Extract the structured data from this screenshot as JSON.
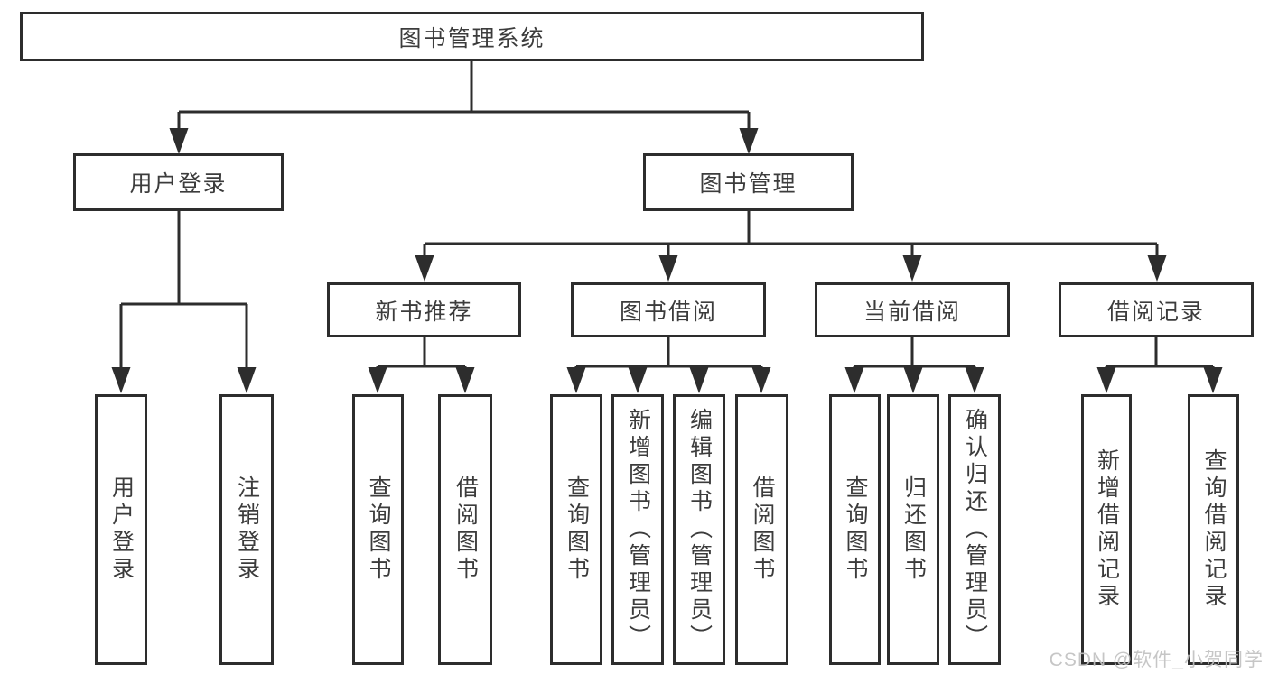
{
  "diagram": {
    "title": "图书管理系统",
    "login_branch": {
      "label": "用户登录",
      "children": [
        {
          "label": "用户登录"
        },
        {
          "label": "注销登录"
        }
      ]
    },
    "mgmt_branch": {
      "label": "图书管理",
      "categories": [
        {
          "label": "新书推荐",
          "children": [
            {
              "label": "查询图书"
            },
            {
              "label": "借阅图书"
            }
          ]
        },
        {
          "label": "图书借阅",
          "children": [
            {
              "label": "查询图书"
            },
            {
              "label": "新增图书（管理员）"
            },
            {
              "label": "编辑图书（管理员）"
            },
            {
              "label": "借阅图书"
            }
          ]
        },
        {
          "label": "当前借阅",
          "children": [
            {
              "label": "查询图书"
            },
            {
              "label": "归还图书"
            },
            {
              "label": "确认归还（管理员）"
            }
          ]
        },
        {
          "label": "借阅记录",
          "children": [
            {
              "label": "新增借阅记录"
            },
            {
              "label": "查询借阅记录"
            }
          ]
        }
      ]
    }
  },
  "watermark": "CSDN @软件_小贺同学",
  "colors": {
    "line": "#2d2d2d",
    "box_border": "#2d2d2d",
    "text": "#3c3c3c",
    "watermark": "#c1c1c1",
    "background": "#ffffff"
  }
}
